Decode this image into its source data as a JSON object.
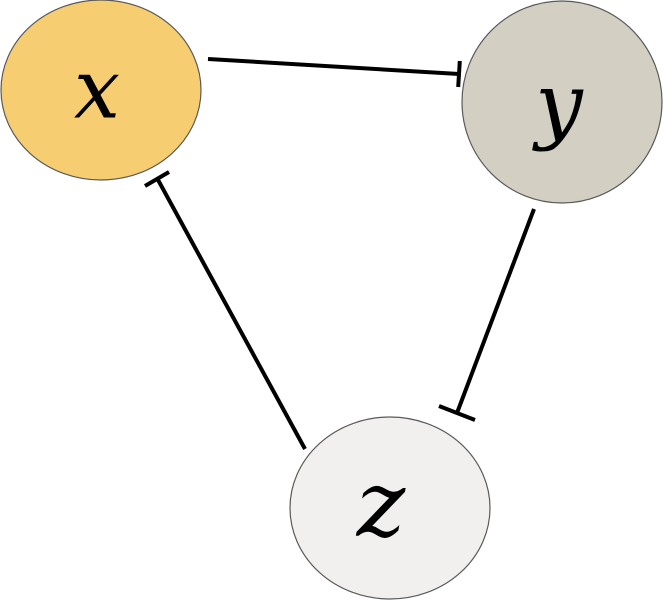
{
  "nodes": {
    "x": {
      "label": "x",
      "fill": "#f7cd72"
    },
    "y": {
      "label": "y",
      "fill": "#d3cfc2"
    },
    "z": {
      "label": "z",
      "fill": "#f1f0ee"
    }
  },
  "edges": [
    {
      "from": "x",
      "to": "y",
      "type": "inhibition"
    },
    {
      "from": "y",
      "to": "z",
      "type": "inhibition"
    },
    {
      "from": "z",
      "to": "x",
      "type": "inhibition"
    }
  ],
  "colors": {
    "edge": "#000000",
    "node_outline": "#5a5a5a"
  }
}
